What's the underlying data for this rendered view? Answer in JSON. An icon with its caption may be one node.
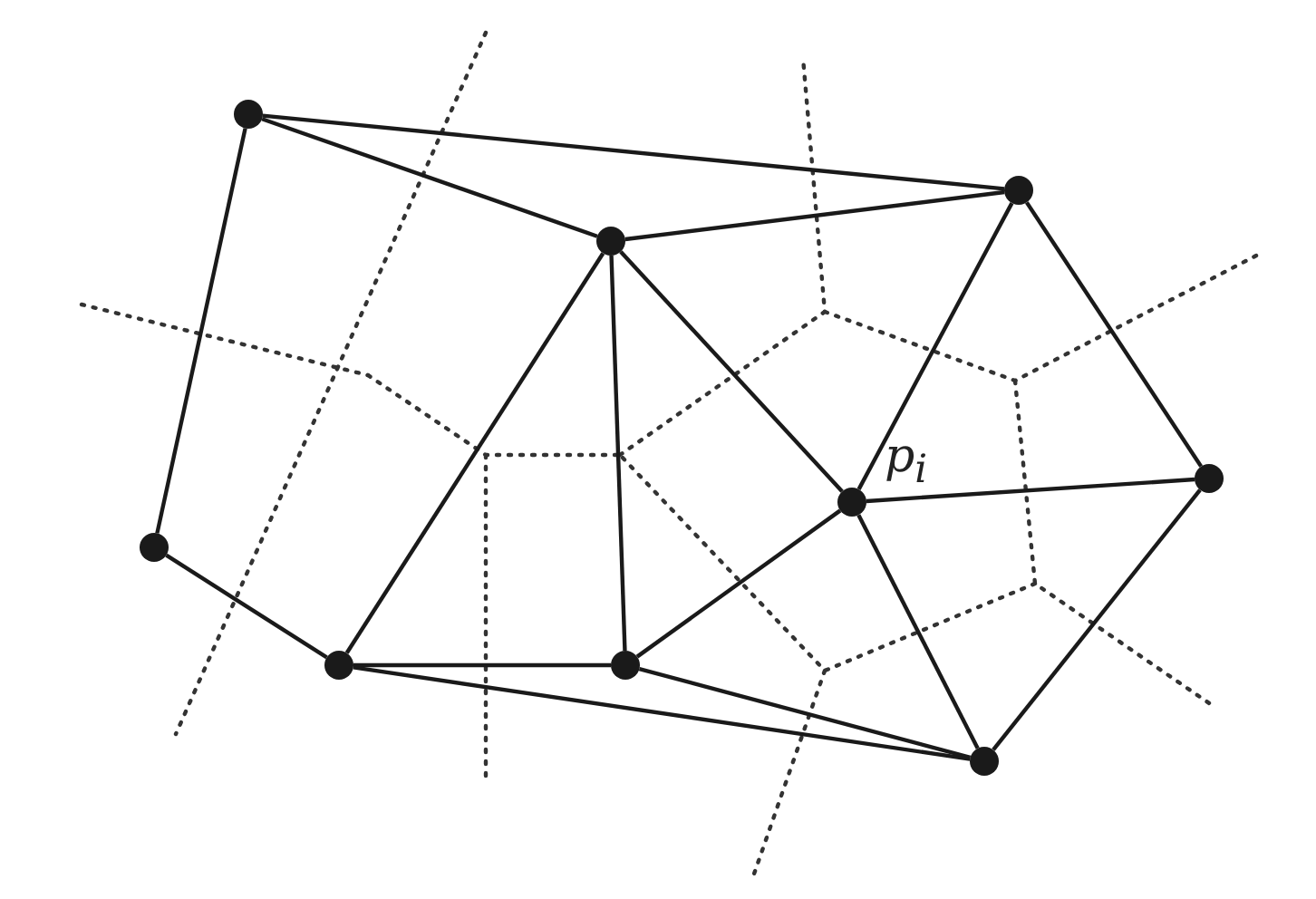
{
  "diagram": {
    "nodes": [
      {
        "text": [],
        "shape": "circle"
      },
      {
        "text": [],
        "shape": "circle"
      },
      {
        "text": [],
        "shape": "circle"
      },
      {
        "text": [],
        "shape": "circle"
      },
      {
        "text": [],
        "shape": "circle",
        "beside": [
          "p$_{i}$"
        ]
      },
      {
        "text": [],
        "shape": "circle"
      },
      {
        "text": [],
        "shape": "circle"
      },
      {
        "text": [],
        "shape": "circle"
      },
      {
        "text": [],
        "shape": "circle"
      }
    ],
    "edges": [
      {
        "from": 0,
        "to": 1,
        "arrow": "none"
      },
      {
        "from": 0,
        "to": 2,
        "arrow": "none"
      },
      {
        "from": 0,
        "to": 5,
        "arrow": "none"
      },
      {
        "from": 2,
        "to": 1,
        "arrow": "none"
      },
      {
        "from": 2,
        "to": 6,
        "arrow": "none"
      },
      {
        "from": 2,
        "to": 7,
        "arrow": "none"
      },
      {
        "from": 2,
        "to": 4,
        "arrow": "none"
      },
      {
        "from": 1,
        "to": 4,
        "arrow": "none"
      },
      {
        "from": 1,
        "to": 3,
        "arrow": "none"
      },
      {
        "from": 4,
        "to": 3,
        "arrow": "none"
      },
      {
        "from": 3,
        "to": 8,
        "arrow": "none"
      },
      {
        "from": 5,
        "to": 6,
        "arrow": "none"
      },
      {
        "from": 6,
        "to": 7,
        "arrow": "none"
      },
      {
        "from": 4,
        "to": 7,
        "arrow": "none"
      },
      {
        "from": 4,
        "to": 8,
        "arrow": "none"
      },
      {
        "from": 6,
        "to": 8,
        "arrow": "none"
      },
      {
        "from": 7,
        "to": 8,
        "arrow": "none"
      }
    ]
  }
}
